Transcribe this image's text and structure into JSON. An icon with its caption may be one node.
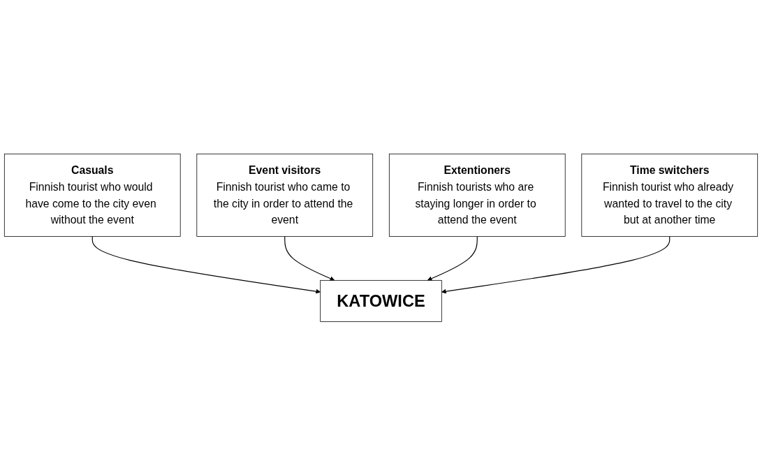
{
  "diagram": {
    "nodes": [
      {
        "text": [
          "Casuals",
          "Finnish tourist who would have come to the city even without the event"
        ]
      },
      {
        "text": [
          "Event visitors",
          "Finnish tourist who came to the city in order to attend the event"
        ]
      },
      {
        "text": [
          "KATOWICE"
        ]
      },
      {
        "text": [
          "Extentioners",
          "Finnish tourists who are staying longer in order to attend the event"
        ]
      },
      {
        "text": [
          "Time switchers",
          "Finnish tourist who already wanted to travel to the city but at another time"
        ]
      }
    ],
    "edges": [
      {
        "from": 0,
        "to": 2,
        "arrow": "to"
      },
      {
        "from": 1,
        "to": 2,
        "arrow": "to"
      },
      {
        "from": 3,
        "to": 2,
        "arrow": "to"
      },
      {
        "from": 4,
        "to": 2,
        "arrow": "to"
      }
    ]
  }
}
